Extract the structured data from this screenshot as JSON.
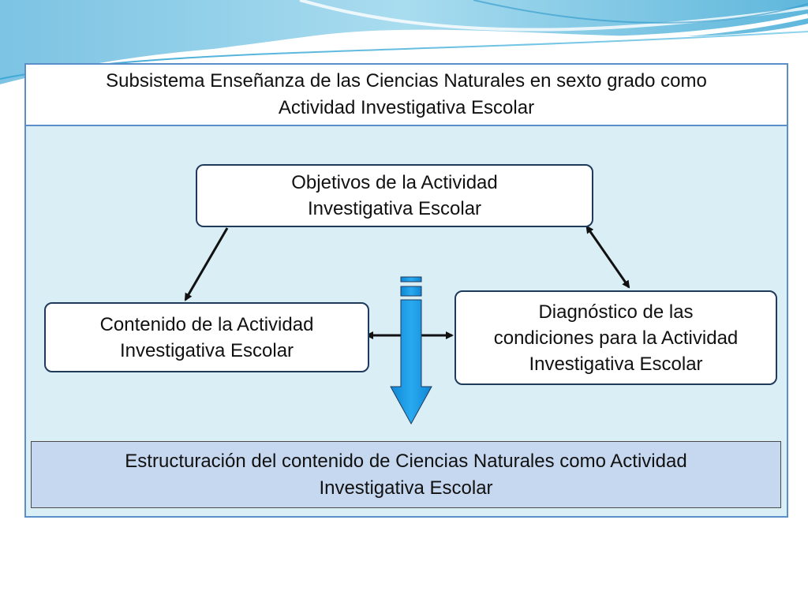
{
  "title": {
    "line1": "Subsistema Enseñanza de las Ciencias Naturales en sexto grado como",
    "line2": "Actividad Investigativa Escolar"
  },
  "nodes": {
    "objetivos": {
      "line1": "Objetivos de la Actividad",
      "line2": "Investigativa Escolar"
    },
    "contenido": {
      "line1": "Contenido de la Actividad",
      "line2": "Investigativa Escolar"
    },
    "diagnostico": {
      "line1": "Diagnóstico de las",
      "line2": "condiciones para la Actividad",
      "line3": "Investigativa Escolar"
    }
  },
  "result": {
    "line1": "Estructuración del contenido de Ciencias Naturales como Actividad",
    "line2": "Investigativa Escolar"
  },
  "colors": {
    "frame_border": "#5b8fc9",
    "frame_fill": "#daeef6",
    "node_border": "#1f3b5c",
    "result_fill": "#c6d8ef",
    "arrow_blue": "#1e9be8",
    "connector": "#111111"
  }
}
